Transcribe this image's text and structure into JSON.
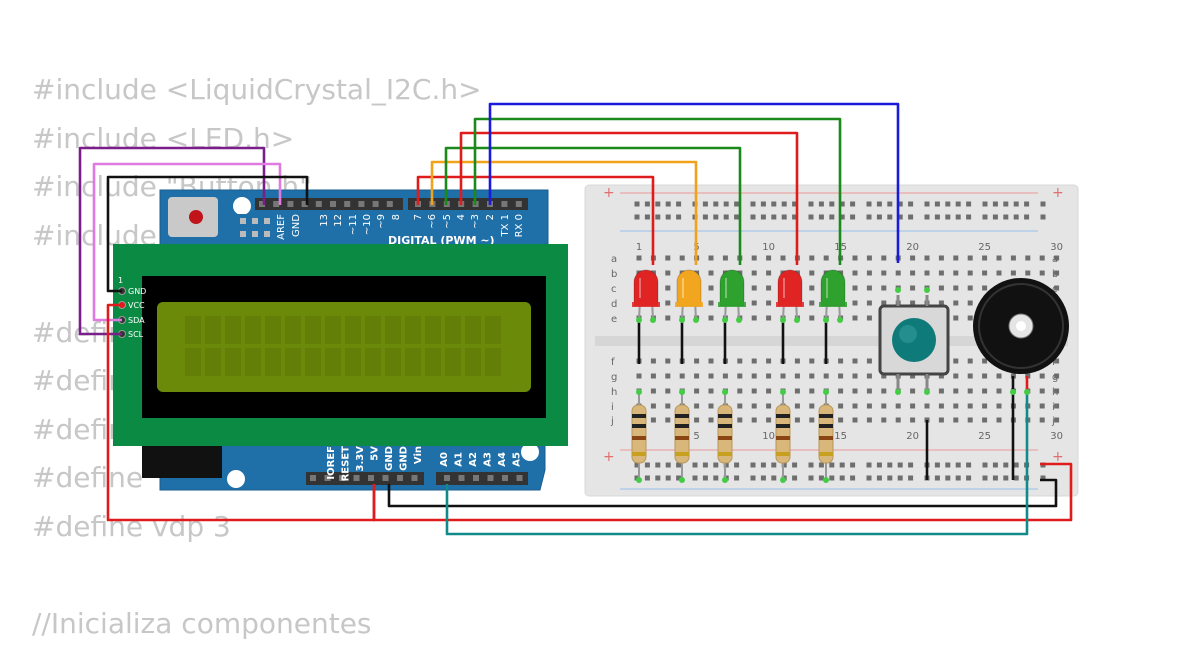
{
  "code_lines": [
    "#include <LiquidCrystal_I2C.h>",
    "#include <LED.h>",
    "#include \"Button.h\"",
    "#include",
    "",
    "#define",
    "#define",
    "#define",
    "#define",
    "#define vdp 3",
    "",
    "//Inicializa componentes"
  ],
  "arduino": {
    "digital_label": "DIGITAL (PWM ~)",
    "top_pins": [
      "AREF",
      "GND",
      "13",
      "12",
      "~11",
      "~10",
      "~9",
      "8",
      "7",
      "~6",
      "~5",
      "4",
      "~3",
      "2",
      "TX 1",
      "RX 0"
    ],
    "power_pins": [
      "IOREF",
      "RESET",
      "3.3V",
      "5V",
      "GND",
      "GND",
      "Vin"
    ],
    "analog_pins": [
      "A0",
      "A1",
      "A2",
      "A3",
      "A4",
      "A5"
    ]
  },
  "lcd": {
    "pin_one": "1",
    "pins": [
      "GND",
      "VCC",
      "SDA",
      "SCL"
    ],
    "backlight_color": "#6b8a0a",
    "pcb_color": "#0b8a44"
  },
  "breadboard": {
    "column_numbers": [
      "1",
      "5",
      "10",
      "15",
      "20",
      "25",
      "30"
    ],
    "row_letters_top": [
      "a",
      "b",
      "c",
      "d",
      "e"
    ],
    "row_letters_bottom": [
      "f",
      "g",
      "h",
      "i",
      "j"
    ],
    "plus_sign": "+"
  },
  "components": {
    "led_colors": [
      "#e02424",
      "#f2a61f",
      "#2fa12f",
      "#e02424",
      "#2fa12f"
    ],
    "wire_colors": {
      "red": "#e01b1b",
      "black": "#111111",
      "blue": "#1a1adb",
      "green": "#1b8a1b",
      "orange": "#f0a21a",
      "purple": "#7a1f8a",
      "pink": "#e07ae0",
      "teal": "#138a8a"
    },
    "button_cap_color": "#0f7a7a"
  }
}
